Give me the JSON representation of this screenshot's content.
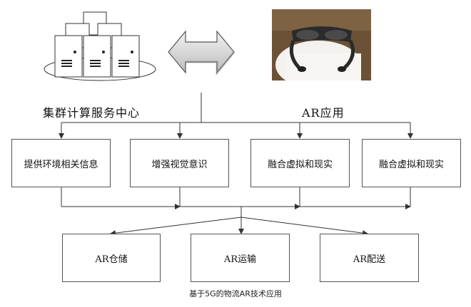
{
  "center_label": "集群计算服务中心",
  "app_label": "AR应用",
  "middle_boxes": [
    "提供环境相关信息",
    "增强视觉意识",
    "融合虚拟和现实",
    "融合虚拟和现实"
  ],
  "bottom_boxes": [
    "AR仓储",
    "AR运输",
    "AR配送"
  ],
  "caption": "基于5G的物流AR技术应用",
  "icons": {
    "server": "server-cluster-icon",
    "arrow": "double-arrow-icon",
    "photo": "ar-glasses-photo"
  },
  "colors": {
    "line": "#333333",
    "box_border": "#555555",
    "arrow_fill_light": "#f2f2f2",
    "arrow_fill_dark": "#9a9a9a",
    "photo_bg": "#6b5236"
  }
}
